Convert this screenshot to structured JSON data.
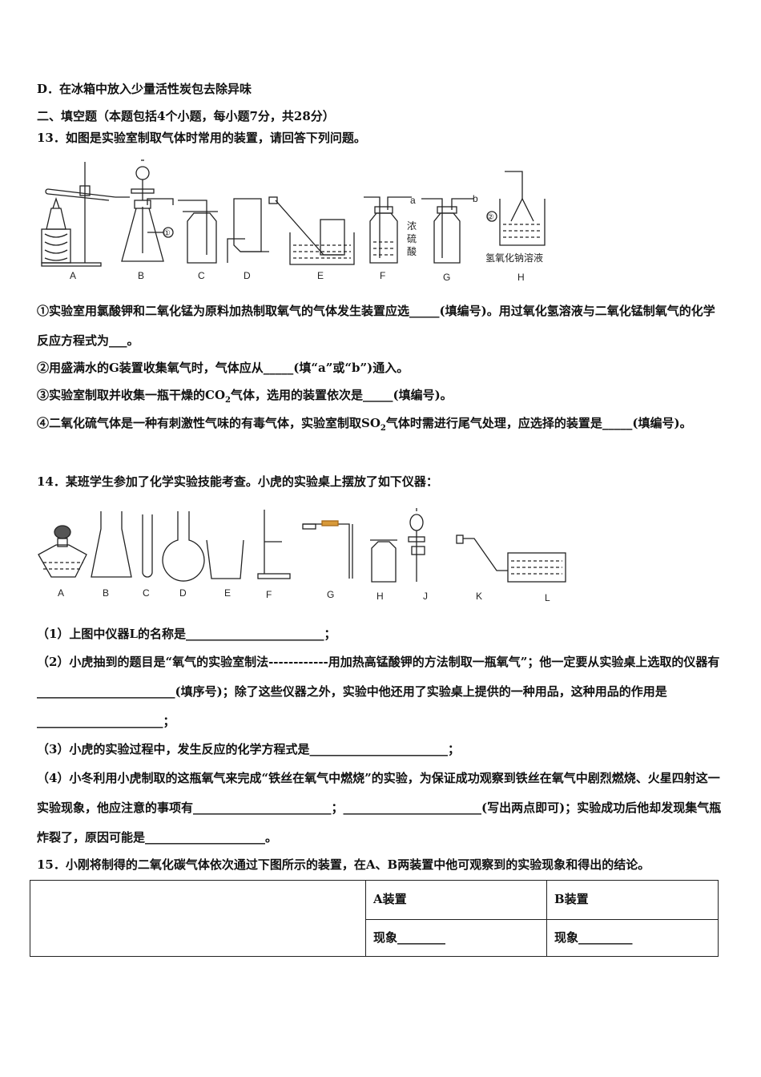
{
  "lines": {
    "optD": "D．在冰箱中放入少量活性炭包去除异味",
    "section2": "二、填空题（本题包括4个小题，每小题7分，共28分）",
    "q13": "13．如图是实验室制取气体时常用的装置，请回答下列问题。"
  },
  "fig1": {
    "labels": [
      "A",
      "B",
      "C",
      "D",
      "E",
      "F",
      "G",
      "H"
    ],
    "circle1": "①",
    "circle2": "②",
    "acid_chars": [
      "浓",
      "硫",
      "酸"
    ],
    "a": "a",
    "b": "b",
    "naoh": "氢氧化钠溶液"
  },
  "q13_parts": {
    "p1": "①实验室用氯酸钾和二氧化锰为原料加热制取氧气的气体发生装置应选_____(填编号)。用过氧化氢溶液与二氧化锰制氧气的化学反应方程式为___。",
    "p2": "②用盛满水的G装置收集氧气时，气体应从_____(填“a”或“b”)通入。",
    "p3_pre": "③实验室制取并收集一瓶干燥的CO",
    "p3_sub": "2",
    "p3_post": "气体，选用的装置依次是_____(填编号)。",
    "p4_pre": "④二氧化硫气体是一种有刺激性气味的有毒气体，实验室制取SO",
    "p4_sub": "2",
    "p4_post": "气体时需进行尾气处理，应选择的装置是_____(填编号)。"
  },
  "q14": "14．某班学生参加了化学实验技能考查。小虎的实验桌上摆放了如下仪器：",
  "fig2": {
    "labels": [
      "A",
      "B",
      "C",
      "D",
      "E",
      "F",
      "G",
      "H",
      "J",
      "K",
      "L"
    ]
  },
  "q14_parts": {
    "p1": "（1）上图中仪器L的名称是_______________________；",
    "p2": "（2）小虎抽到的题目是“氧气的实验室制法------------用加热高锰酸钾的方法制取一瓶氧气”；他一定要从实验桌上选取的仪器有_______________________(填序号)；除了这些仪器之外，实验中他还用了实验桌上提供的一种用品，这种用品的作用是_____________________；",
    "p3": "（3）小虎的实验过程中，发生反应的化学方程式是_______________________；",
    "p4": "（4）小冬利用小虎制取的这瓶氧气来完成“铁丝在氧气中燃烧”的实验，为保证成功观察到铁丝在氧气中剧烈燃烧、火星四射这一实验现象，他应注意的事项有_______________________；_______________________(写出两点即可)；实验成功后他却发现集气瓶炸裂了，原因可能是____________________。"
  },
  "q15": "15．小刚将制得的二氧化碳气体依次通过下图所示的装置，在A、B两装置中他可观察到的实验现象和得出的结论。",
  "table": {
    "a_header": "A装置",
    "b_header": "B装置",
    "a_obs": "现象________",
    "b_obs": "现象_________"
  }
}
